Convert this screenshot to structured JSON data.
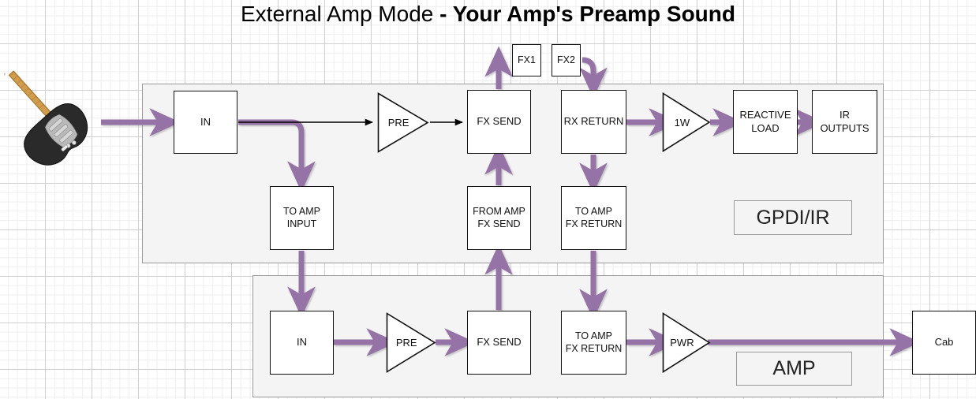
{
  "title": {
    "normal": "External Amp Mode",
    "bold": " - Your Amp's Preamp Sound"
  },
  "colors": {
    "signal_purple": "#9673a6",
    "black_wire": "#000000",
    "panel_fill": "#f4f4f4",
    "panel_border": "#9a9a9a",
    "node_border": "#111111",
    "grid_major": "#d0d0d0",
    "grid_minor": "#eeeeee"
  },
  "source": {
    "instrument_icon": "electric-guitar-icon"
  },
  "fx_loop": {
    "fx1": "FX1",
    "fx2": "FX2"
  },
  "gpdi_panel": {
    "label": "GPDI/IR",
    "nodes": {
      "in": "IN",
      "pre": "PRE",
      "fx_send": "FX SEND",
      "rx_return": "RX RETURN",
      "power": "1W",
      "reactive_load": "REACTIVE\nLOAD",
      "reactive_load_line1": "REACTIVE",
      "reactive_load_line2": "LOAD",
      "ir_outputs_line1": "IR",
      "ir_outputs_line2": "OUTPUTS",
      "to_amp_input_line1": "TO AMP",
      "to_amp_input_line2": "INPUT",
      "from_amp_fx_send_line1": "FROM AMP",
      "from_amp_fx_send_line2": "FX SEND",
      "to_amp_fx_return_line1": "TO AMP",
      "to_amp_fx_return_line2": "FX RETURN"
    }
  },
  "amp_panel": {
    "label": "AMP",
    "nodes": {
      "in": "IN",
      "pre": "PRE",
      "fx_send": "FX SEND",
      "to_amp_fx_return_line1": "TO AMP",
      "to_amp_fx_return_line2": "FX RETURN",
      "pwr": "PWR"
    }
  },
  "cabinet": {
    "label": "Cab"
  }
}
